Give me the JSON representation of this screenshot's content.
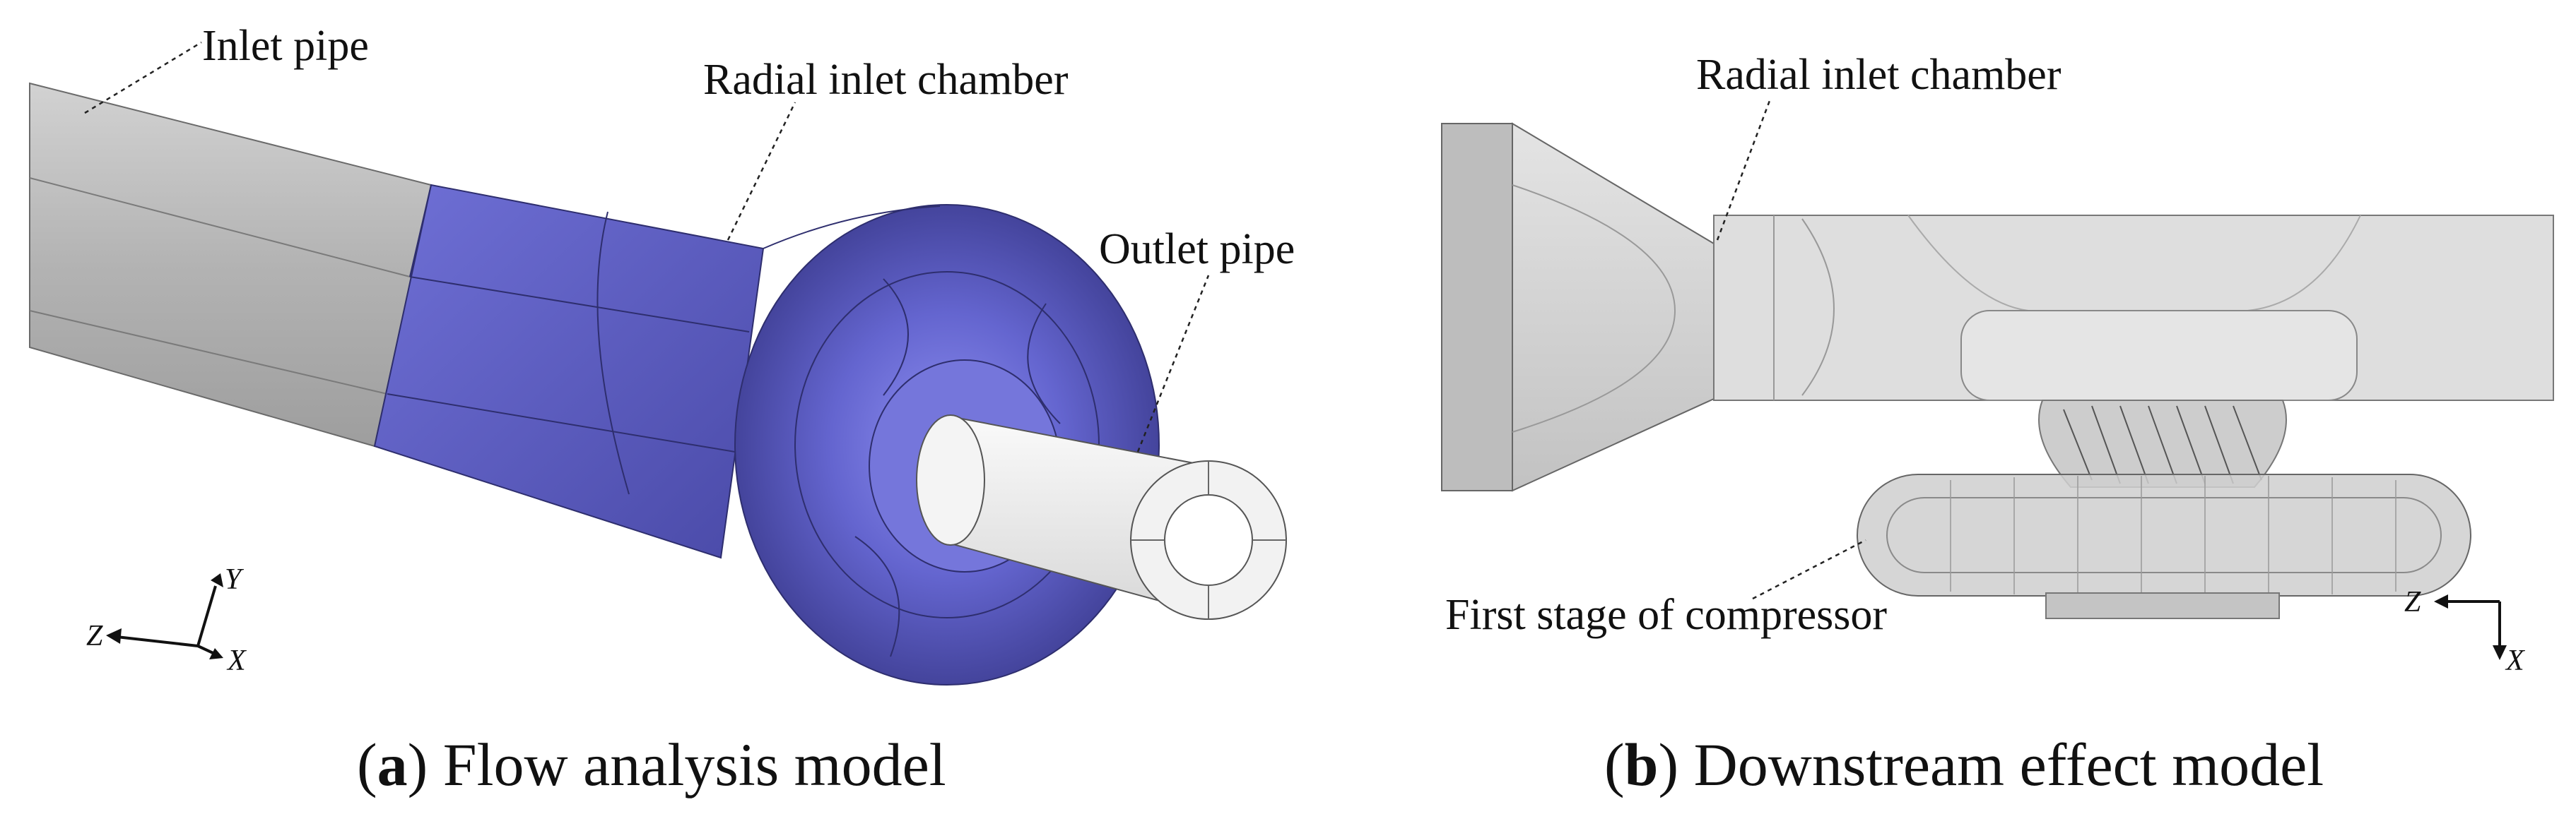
{
  "panel_a": {
    "labels": {
      "inlet_pipe": "Inlet pipe",
      "radial_inlet_chamber": "Radial inlet chamber",
      "outlet_pipe": "Outlet pipe"
    },
    "axes": {
      "y": "Y",
      "z": "Z",
      "x": "X"
    },
    "caption": {
      "tag": "a",
      "text": "Flow analysis model"
    }
  },
  "panel_b": {
    "labels": {
      "radial_inlet_chamber": "Radial inlet chamber",
      "first_stage": "First stage of compressor"
    },
    "axes": {
      "z": "Z",
      "x": "X"
    },
    "caption": {
      "tag": "b",
      "text": "Downstream effect model"
    }
  },
  "colors": {
    "pipe_gray": "#b8b8b8",
    "chamber_blue": "#5b5cc4",
    "outlet_white": "#eeeeee",
    "translucent_gray": "#d6d6d6"
  }
}
